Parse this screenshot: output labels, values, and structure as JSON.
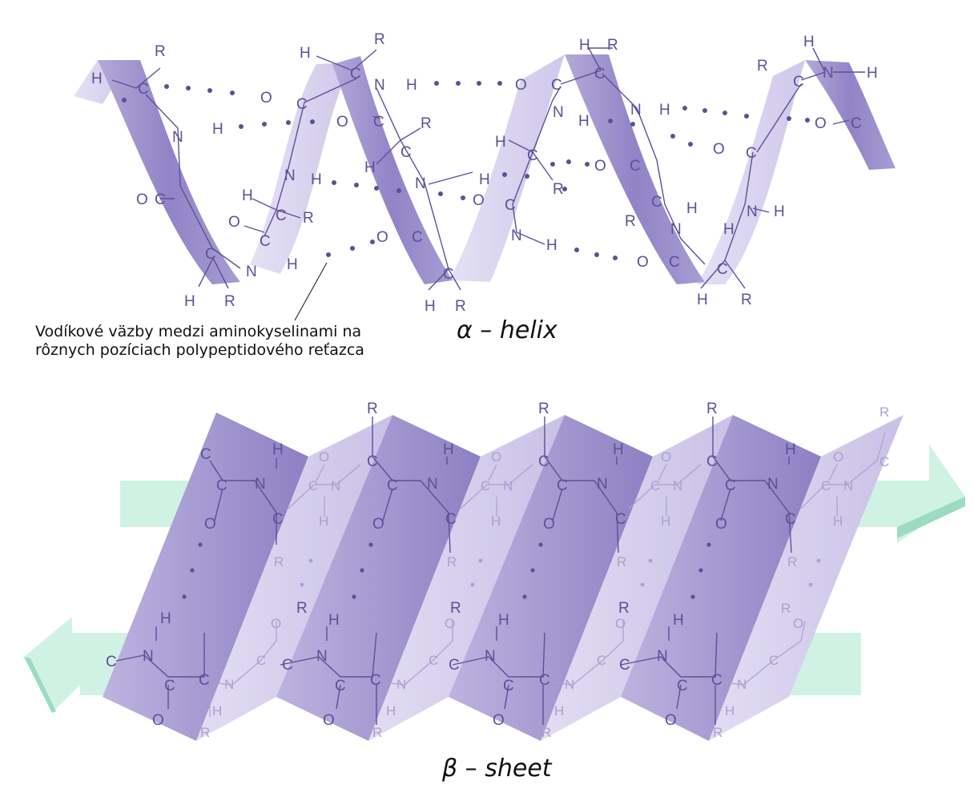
{
  "alpha_helix": {
    "title": "α – helix",
    "caption": "Vodíkové väzby medzi aminokyselinami na rôznych pozíciach polypeptidového reťazca"
  },
  "beta_sheet": {
    "title": "β – sheet"
  },
  "colors": {
    "ribbon_dark": "#9b8fcb",
    "ribbon_light": "#d9d3ee",
    "atom_text": "#5e4f98",
    "atom_text_faded": "#aaa0d0",
    "arrow_green": "#c6efe0",
    "arrow_green_edge": "#8fd6bb"
  }
}
